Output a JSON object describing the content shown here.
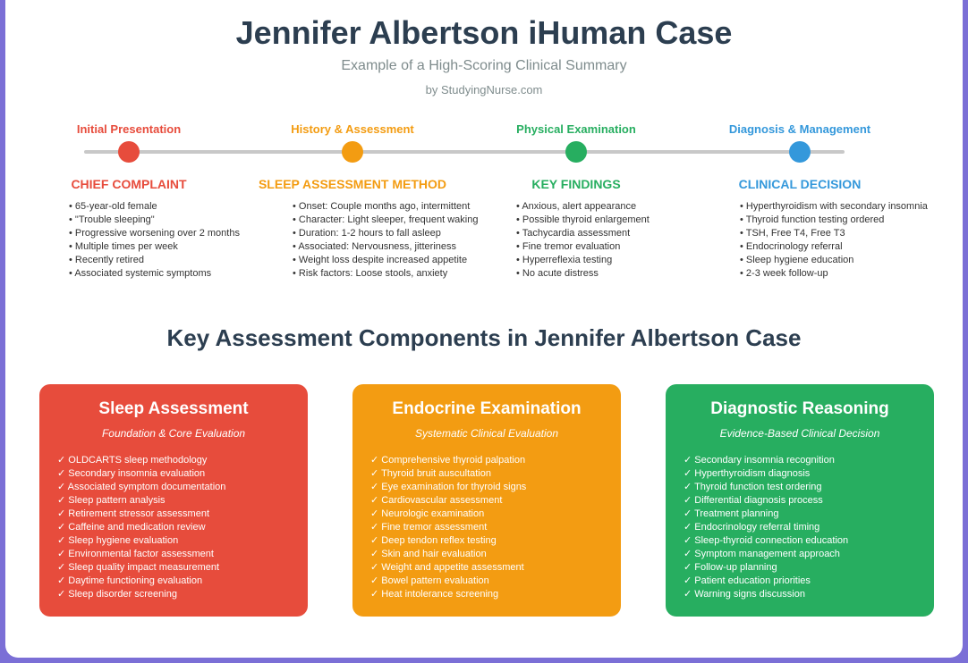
{
  "header": {
    "title": "Jennifer Albertson iHuman Case",
    "subtitle": "Example of a High-Scoring Clinical Summary",
    "byline": "by StudyingNurse.com"
  },
  "timeline": [
    {
      "label": "Initial Presentation",
      "color": "#e74c3c",
      "heading": "CHIEF COMPLAINT",
      "items": [
        "65-year-old female",
        "\"Trouble sleeping\"",
        "Progressive worsening over 2 months",
        "Multiple times per week",
        "Recently retired",
        "Associated systemic symptoms"
      ]
    },
    {
      "label": "History & Assessment",
      "color": "#f39c12",
      "heading": "SLEEP ASSESSMENT METHOD",
      "items": [
        "Onset: Couple months ago, intermittent",
        "Character: Light sleeper, frequent waking",
        "Duration: 1-2 hours to fall asleep",
        "Associated: Nervousness, jitteriness",
        "Weight loss despite increased appetite",
        "Risk factors: Loose stools, anxiety"
      ]
    },
    {
      "label": "Physical Examination",
      "color": "#27ae60",
      "heading": "KEY FINDINGS",
      "items": [
        "Anxious, alert appearance",
        "Possible thyroid enlargement",
        "Tachycardia assessment",
        "Fine tremor evaluation",
        "Hyperreflexia testing",
        "No acute distress"
      ]
    },
    {
      "label": "Diagnosis & Management",
      "color": "#3498db",
      "heading": "CLINICAL DECISION",
      "items": [
        "Hyperthyroidism with secondary insomnia",
        "Thyroid function testing ordered",
        "TSH, Free T4, Free T3",
        "Endocrinology referral",
        "Sleep hygiene education",
        "2-3 week follow-up"
      ]
    }
  ],
  "section_title": "Key Assessment Components in Jennifer Albertson Case",
  "cards": [
    {
      "title": "Sleep Assessment",
      "subtitle": "Foundation & Core Evaluation",
      "color": "#e74c3c",
      "items": [
        "OLDCARTS sleep methodology",
        "Secondary insomnia evaluation",
        "Associated symptom documentation",
        "Sleep pattern analysis",
        "Retirement stressor assessment",
        "Caffeine and medication review",
        "Sleep hygiene evaluation",
        "Environmental factor assessment",
        "Sleep quality impact measurement",
        "Daytime functioning evaluation",
        "Sleep disorder screening"
      ]
    },
    {
      "title": "Endocrine Examination",
      "subtitle": "Systematic Clinical Evaluation",
      "color": "#f39c12",
      "items": [
        "Comprehensive thyroid palpation",
        "Thyroid bruit auscultation",
        "Eye examination for thyroid signs",
        "Cardiovascular assessment",
        "Neurologic examination",
        "Fine tremor assessment",
        "Deep tendon reflex testing",
        "Skin and hair evaluation",
        "Weight and appetite assessment",
        "Bowel pattern evaluation",
        "Heat intolerance screening"
      ]
    },
    {
      "title": "Diagnostic Reasoning",
      "subtitle": "Evidence-Based Clinical Decision",
      "color": "#27ae60",
      "items": [
        "Secondary insomnia recognition",
        "Hyperthyroidism diagnosis",
        "Thyroid function test ordering",
        "Differential diagnosis process",
        "Treatment planning",
        "Endocrinology referral timing",
        "Sleep-thyroid connection education",
        "Symptom management approach",
        "Follow-up planning",
        "Patient education priorities",
        "Warning signs discussion"
      ]
    }
  ]
}
